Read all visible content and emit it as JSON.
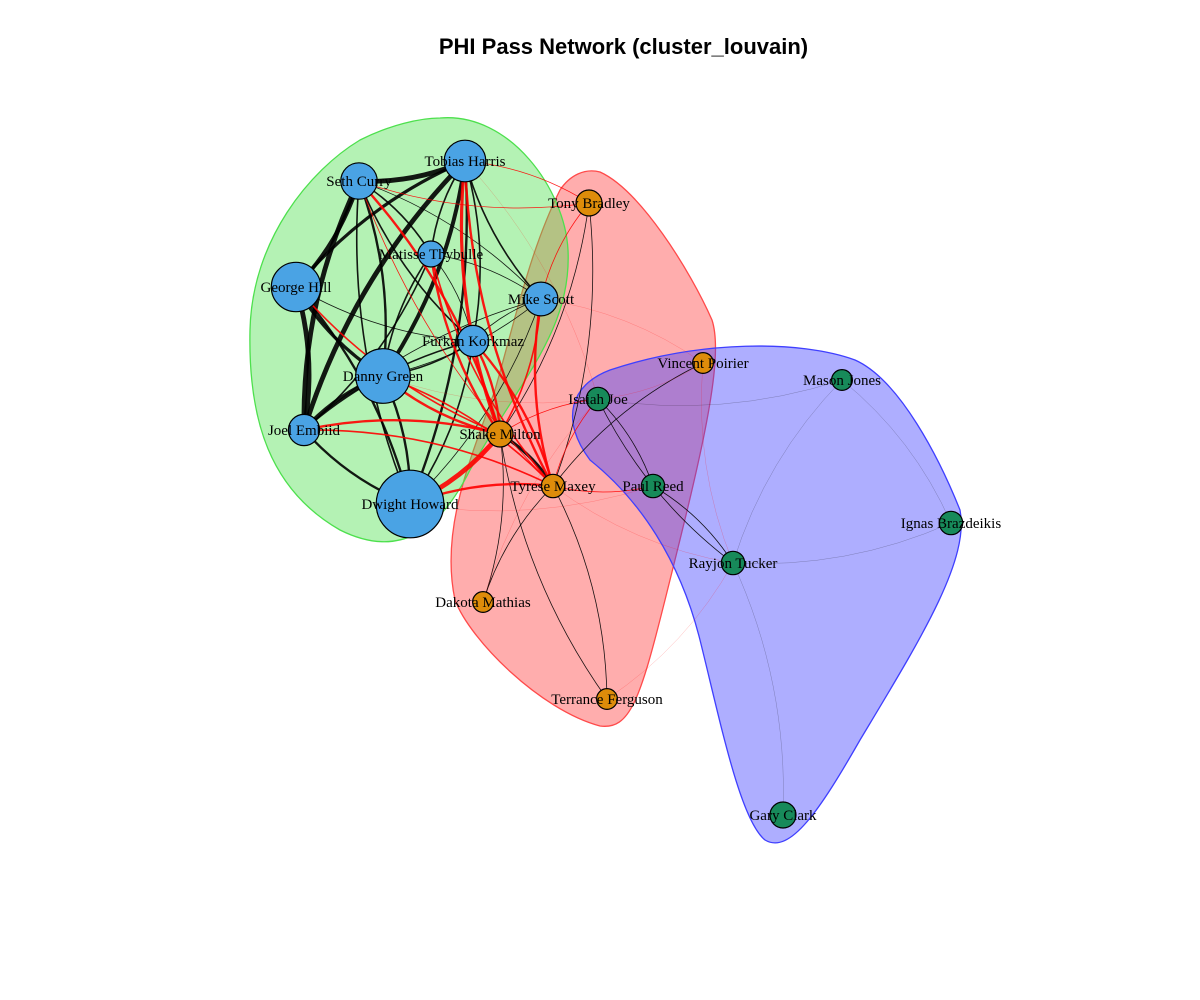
{
  "title": "PHI Pass Network (cluster_louvain)",
  "colors": {
    "green_cluster": "#4DE04D",
    "red_cluster": "#FF4A4A",
    "blue_cluster": "#3F3FFF",
    "node_blue": "#4AA3E4",
    "node_orange": "#DE8C0A",
    "node_green": "#178A5A",
    "edge_intra": "#000000",
    "edge_inter": "#FF0000"
  },
  "clusters": [
    {
      "id": "c1",
      "color": "green"
    },
    {
      "id": "c2",
      "color": "red"
    },
    {
      "id": "c3",
      "color": "blue"
    }
  ],
  "nodes": [
    {
      "id": "tobias",
      "label": "Tobias Harris",
      "cluster": "c1",
      "weight": 1.6
    },
    {
      "id": "seth",
      "label": "Seth Curry",
      "cluster": "c1",
      "weight": 1.4
    },
    {
      "id": "matisse",
      "label": "Matisse Thybulle",
      "cluster": "c1",
      "weight": 1.0
    },
    {
      "id": "george",
      "label": "George Hill",
      "cluster": "c1",
      "weight": 1.9
    },
    {
      "id": "mike",
      "label": "Mike Scott",
      "cluster": "c1",
      "weight": 1.3
    },
    {
      "id": "furkan",
      "label": "Furkan Korkmaz",
      "cluster": "c1",
      "weight": 1.2
    },
    {
      "id": "danny",
      "label": "Danny Green",
      "cluster": "c1",
      "weight": 2.1
    },
    {
      "id": "joel",
      "label": "Joel Embiid",
      "cluster": "c1",
      "weight": 1.2
    },
    {
      "id": "dwight",
      "label": "Dwight Howard",
      "cluster": "c1",
      "weight": 2.6
    },
    {
      "id": "tony",
      "label": "Tony Bradley",
      "cluster": "c2",
      "weight": 1.0
    },
    {
      "id": "vincent",
      "label": "Vincent Poirier",
      "cluster": "c2",
      "weight": 0.8
    },
    {
      "id": "shake",
      "label": "Shake Milton",
      "cluster": "c2",
      "weight": 1.0
    },
    {
      "id": "tyrese",
      "label": "Tyrese Maxey",
      "cluster": "c2",
      "weight": 0.9
    },
    {
      "id": "dakota",
      "label": "Dakota Mathias",
      "cluster": "c2",
      "weight": 0.8
    },
    {
      "id": "terrance",
      "label": "Terrance Ferguson",
      "cluster": "c2",
      "weight": 0.8
    },
    {
      "id": "isaiah",
      "label": "Isaiah Joe",
      "cluster": "c3",
      "weight": 0.9
    },
    {
      "id": "mason",
      "label": "Mason Jones",
      "cluster": "c3",
      "weight": 0.8
    },
    {
      "id": "paul",
      "label": "Paul Reed",
      "cluster": "c3",
      "weight": 0.9
    },
    {
      "id": "ignas",
      "label": "Ignas Brazdeikis",
      "cluster": "c3",
      "weight": 0.9
    },
    {
      "id": "rayjon",
      "label": "Rayjon Tucker",
      "cluster": "c3",
      "weight": 0.9
    },
    {
      "id": "gary",
      "label": "Gary Clark",
      "cluster": "c3",
      "weight": 1.0
    }
  ],
  "edges": [
    [
      "seth",
      "tobias",
      6
    ],
    [
      "seth",
      "george",
      5
    ],
    [
      "seth",
      "joel",
      6
    ],
    [
      "seth",
      "danny",
      3
    ],
    [
      "seth",
      "dwight",
      2
    ],
    [
      "seth",
      "matisse",
      2
    ],
    [
      "seth",
      "furkan",
      2
    ],
    [
      "seth",
      "mike",
      1
    ],
    [
      "tobias",
      "joel",
      6
    ],
    [
      "tobias",
      "danny",
      5
    ],
    [
      "tobias",
      "george",
      4
    ],
    [
      "tobias",
      "dwight",
      3
    ],
    [
      "tobias",
      "matisse",
      2
    ],
    [
      "tobias",
      "furkan",
      2
    ],
    [
      "tobias",
      "mike",
      2
    ],
    [
      "george",
      "joel",
      6
    ],
    [
      "george",
      "danny",
      4
    ],
    [
      "george",
      "dwight",
      3
    ],
    [
      "george",
      "furkan",
      1
    ],
    [
      "joel",
      "danny",
      5
    ],
    [
      "joel",
      "dwight",
      3
    ],
    [
      "joel",
      "furkan",
      2
    ],
    [
      "joel",
      "matisse",
      2
    ],
    [
      "danny",
      "dwight",
      3
    ],
    [
      "danny",
      "furkan",
      2
    ],
    [
      "danny",
      "matisse",
      2
    ],
    [
      "danny",
      "mike",
      1
    ],
    [
      "furkan",
      "mike",
      1
    ],
    [
      "furkan",
      "matisse",
      1
    ],
    [
      "matisse",
      "mike",
      1
    ],
    [
      "dwight",
      "furkan",
      2
    ],
    [
      "joel",
      "mike",
      1
    ],
    [
      "dwight",
      "mike",
      1
    ],
    [
      "shake",
      "tyrese",
      4
    ],
    [
      "tyrese",
      "dakota",
      1
    ],
    [
      "tyrese",
      "terrance",
      1
    ],
    [
      "tyrese",
      "tony",
      1
    ],
    [
      "shake",
      "dakota",
      1
    ],
    [
      "shake",
      "tony",
      1
    ],
    [
      "tyrese",
      "vincent",
      1
    ],
    [
      "shake",
      "terrance",
      1
    ],
    [
      "isaiah",
      "paul",
      1
    ],
    [
      "isaiah",
      "rayjon",
      1
    ],
    [
      "paul",
      "rayjon",
      1
    ],
    [
      "isaiah",
      "mason",
      0.5
    ],
    [
      "rayjon",
      "gary",
      0.5
    ],
    [
      "rayjon",
      "ignas",
      0.5
    ],
    [
      "mason",
      "ignas",
      0.5
    ],
    [
      "mason",
      "rayjon",
      0.5
    ],
    [
      "shake",
      "dwight",
      6
    ],
    [
      "shake",
      "joel",
      3
    ],
    [
      "shake",
      "tobias",
      4
    ],
    [
      "shake",
      "seth",
      3
    ],
    [
      "shake",
      "danny",
      3
    ],
    [
      "shake",
      "furkan",
      3
    ],
    [
      "shake",
      "matisse",
      3
    ],
    [
      "shake",
      "mike",
      2
    ],
    [
      "shake",
      "george",
      2
    ],
    [
      "tyrese",
      "dwight",
      3
    ],
    [
      "tyrese",
      "tobias",
      3
    ],
    [
      "tyrese",
      "furkan",
      3
    ],
    [
      "tyrese",
      "matisse",
      2
    ],
    [
      "tyrese",
      "joel",
      2
    ],
    [
      "tyrese",
      "mike",
      3
    ],
    [
      "tyrese",
      "danny",
      2
    ],
    [
      "tyrese",
      "seth",
      1
    ],
    [
      "tony",
      "tobias",
      1
    ],
    [
      "tony",
      "seth",
      1
    ],
    [
      "tony",
      "mike",
      1
    ],
    [
      "tyrese",
      "isaiah",
      1
    ],
    [
      "tyrese",
      "paul",
      1
    ],
    [
      "shake",
      "isaiah",
      1
    ],
    [
      "tyrese",
      "rayjon",
      0.5
    ],
    [
      "vincent",
      "isaiah",
      0.5
    ],
    [
      "vincent",
      "rayjon",
      0.5
    ],
    [
      "dakota",
      "isaiah",
      0.5
    ],
    [
      "terrance",
      "rayjon",
      0.3
    ],
    [
      "tobias",
      "isaiah",
      0.5
    ],
    [
      "danny",
      "isaiah",
      0.5
    ],
    [
      "mike",
      "vincent",
      0.5
    ],
    [
      "dwight",
      "paul",
      0.5
    ]
  ]
}
